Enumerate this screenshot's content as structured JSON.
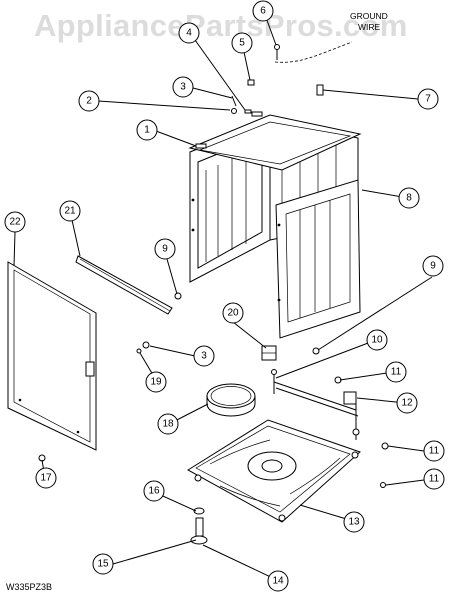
{
  "watermark": "AppliancePartsPros.com",
  "ground_wire_label": [
    "GROUND",
    "WIRE"
  ],
  "diagram_code": "W335PZ3B",
  "callouts": [
    "1",
    "2",
    "3",
    "3",
    "4",
    "5",
    "6",
    "7",
    "8",
    "9",
    "9",
    "10",
    "11",
    "11",
    "11",
    "12",
    "13",
    "14",
    "15",
    "16",
    "17",
    "18",
    "19",
    "20",
    "21",
    "22"
  ]
}
